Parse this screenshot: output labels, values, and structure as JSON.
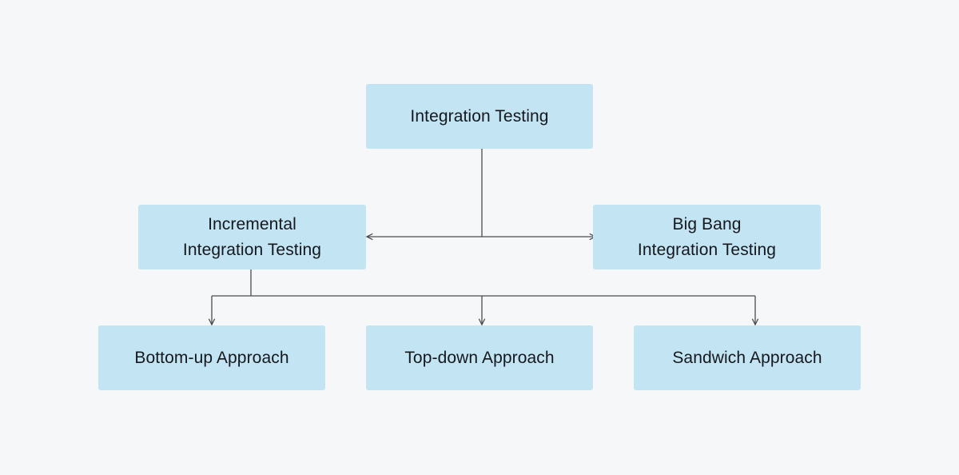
{
  "diagram": {
    "root": {
      "label": "Integration Testing"
    },
    "incremental": {
      "label": "Incremental\nIntegration Testing"
    },
    "big_bang": {
      "label": "Big Bang\nIntegration Testing"
    },
    "bottom_up": {
      "label": "Bottom-up Approach"
    },
    "top_down": {
      "label": "Top-down Approach"
    },
    "sandwich": {
      "label": "Sandwich Approach"
    }
  },
  "colors": {
    "background": "#f6f7f9",
    "node_fill": "#c2e4f3",
    "connector": "#4a4d52",
    "text": "#15181d"
  }
}
